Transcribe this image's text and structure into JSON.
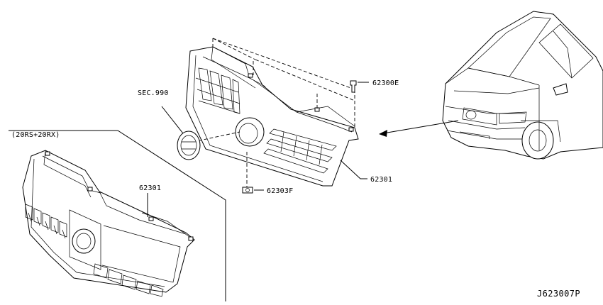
{
  "diagram_id": "J623007P",
  "variant_label": "(20RS+20RX)",
  "callouts": {
    "sec990": "SEC.990",
    "upper_grille": "62301",
    "lower_grille": "62301",
    "clip_top": "62300E",
    "nut_bottom": "62303F"
  },
  "parts": [
    {
      "name": "front-grille",
      "label": "62301"
    },
    {
      "name": "clip",
      "label": "62300E"
    },
    {
      "name": "nut",
      "label": "62303F"
    },
    {
      "name": "emblem-reference",
      "label": "SEC.990"
    }
  ]
}
